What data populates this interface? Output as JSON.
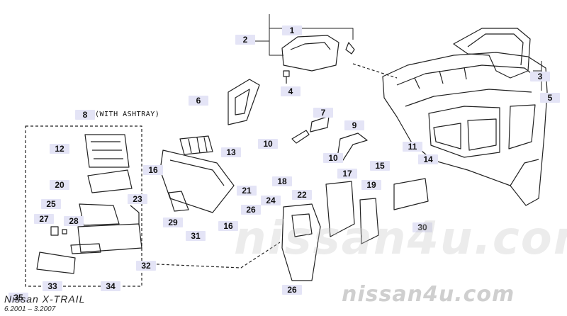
{
  "callouts": [
    "1",
    "2",
    "3",
    "4",
    "5",
    "6",
    "7",
    "8",
    "9",
    "10",
    "10",
    "11",
    "12",
    "13",
    "14",
    "15",
    "16",
    "16",
    "17",
    "18",
    "19",
    "20",
    "21",
    "22",
    "23",
    "24",
    "25",
    "26",
    "26",
    "27",
    "28",
    "29",
    "30",
    "31",
    "32",
    "33",
    "34",
    "35"
  ],
  "notes": {
    "with_ashtray": "(WITH ASHTRAY)"
  },
  "model": {
    "title": "Nissan  X-TRAIL",
    "years": "6.2001 – 3.2007"
  },
  "watermark": {
    "text": "nissan4u.com"
  },
  "colors": {
    "callout_bg": "#e4e4f6",
    "line": "#222222",
    "watermark": "#cfcfcf"
  }
}
